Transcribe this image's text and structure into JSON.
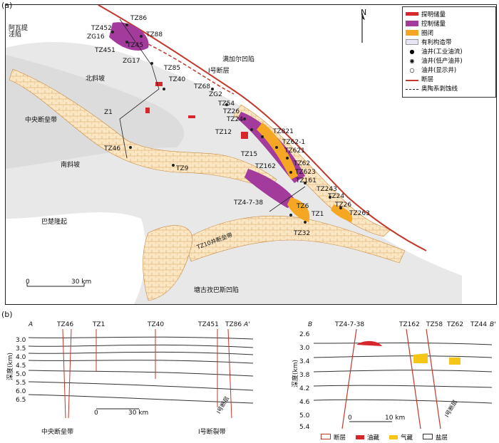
{
  "panels": {
    "a": "(a)",
    "b": "(b)"
  },
  "legend": {
    "items": [
      {
        "label": "探明储量",
        "color": "#d8262d"
      },
      {
        "label": "控制储量",
        "color": "#a23b9c"
      },
      {
        "label": "圈闭",
        "color": "#f5a623"
      },
      {
        "label": "有利构造带",
        "color": "#f3d9b5"
      },
      {
        "label": "油井(工业油流)",
        "color": "#333"
      },
      {
        "label": "油井(低产油井)",
        "color": "#333"
      },
      {
        "label": "油井(显示井)",
        "color": "#333"
      },
      {
        "label": "断层",
        "color": "#c0392b"
      },
      {
        "label": "奥陶系剥蚀线",
        "color": "#222"
      }
    ]
  },
  "north": "N",
  "map_labels": {
    "awati": "阿瓦提\n洼陷",
    "manjiaer": "满加尔凹陷",
    "fault1": "I号断层",
    "north_slope": "北斜坡",
    "central_fault": "中央断垒带",
    "south_slope": "南斜坡",
    "bachu": "巴楚隆起",
    "tanggu": "塘古孜巴斯凹陷",
    "tz10": "TZ10井断垒带"
  },
  "wells": [
    "TZ86",
    "TZ452",
    "ZG16",
    "TZ88",
    "TZ451",
    "TZ45",
    "ZG17",
    "TZ85",
    "TZ40",
    "TZ68",
    "ZG2",
    "Z1",
    "TZ54",
    "TZ26",
    "TZ24",
    "TZ12",
    "TZ15",
    "TZ821",
    "TZ62-1",
    "TZ621",
    "TZ62",
    "TZ162",
    "TZ623",
    "TZ161",
    "TZ243",
    "TZ24",
    "TZ26",
    "TZ263",
    "TZ4-7-38",
    "TZ6",
    "TZ1",
    "TZ32",
    "TZ46",
    "TZ9"
  ],
  "scale_a": {
    "zero": "0",
    "km": "30 km"
  },
  "section_a": {
    "start": "A",
    "end": "A'",
    "wells": [
      "TZ46",
      "TZ1",
      "TZ40",
      "TZ451",
      "TZ86"
    ],
    "depth_label": "深度(km)",
    "depths": [
      "3.0",
      "3.5",
      "4.0",
      "4.5",
      "5.0",
      "5.5",
      "6.0",
      "6.5"
    ],
    "bottom_left": "中央断垒带",
    "bottom_right": "I号断裂带",
    "scale_zero": "0",
    "scale_km": "30 km",
    "fault": "I号断层"
  },
  "section_b": {
    "start": "B",
    "end": "B'",
    "wells": [
      "TZ4-7-38",
      "TZ162",
      "TZ58",
      "TZ62",
      "TZ44"
    ],
    "depth_label": "深度(km)",
    "depths": [
      "2.6",
      "3.0",
      "3.4",
      "3.8",
      "4.2",
      "4.6",
      "5.0",
      "5.4"
    ],
    "scale": [
      "0",
      "10 km"
    ],
    "fault": "I号断层",
    "legend": [
      "断层",
      "油藏",
      "气藏",
      "盐层"
    ]
  }
}
